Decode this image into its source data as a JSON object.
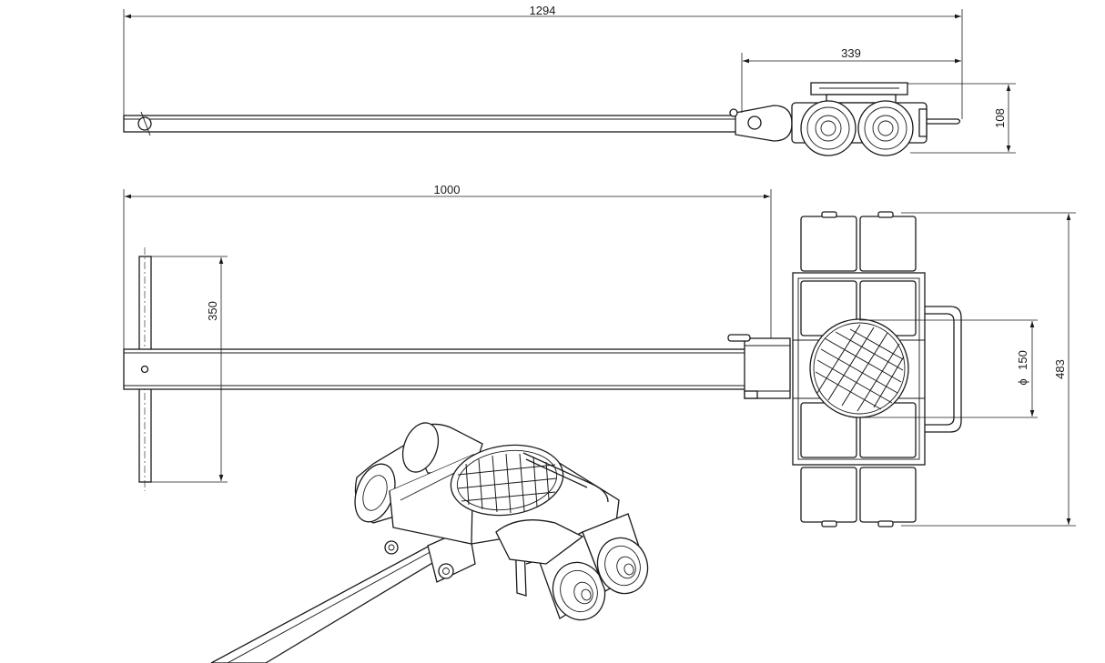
{
  "dimensions": {
    "overall_length": "1294",
    "trolley_length": "339",
    "height": "108",
    "handle_length": "1000",
    "handle_width": "350",
    "plate_diameter_symbol": "ϕ",
    "plate_diameter": "150",
    "width": "483"
  }
}
